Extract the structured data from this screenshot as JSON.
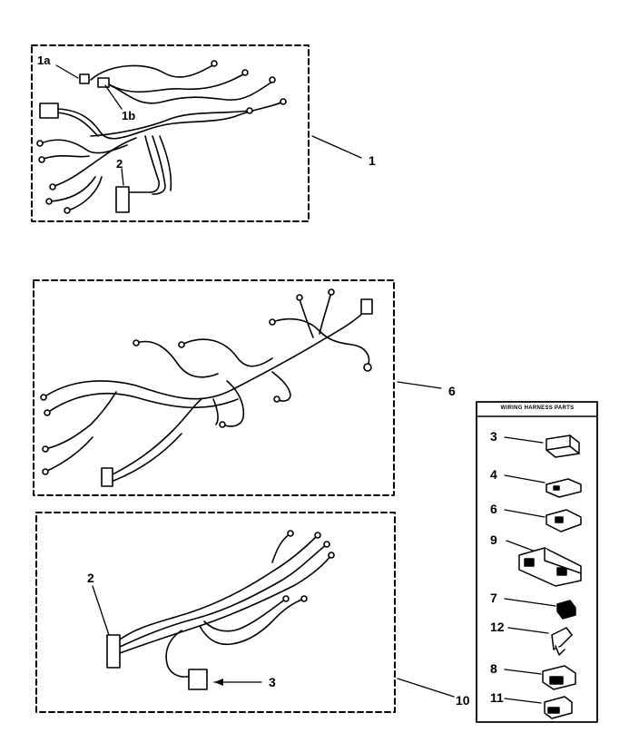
{
  "callouts": {
    "c1a": "1a",
    "c1b": "1b",
    "c2_top": "2",
    "c1": "1",
    "c6_main": "6",
    "c2_bottom": "2",
    "c3_bottom": "3",
    "c10": "10"
  },
  "parts_panel": {
    "title": "WIRING HARNESS PARTS",
    "items": [
      "3",
      "4",
      "6",
      "9",
      "7",
      "12",
      "8",
      "11"
    ]
  }
}
